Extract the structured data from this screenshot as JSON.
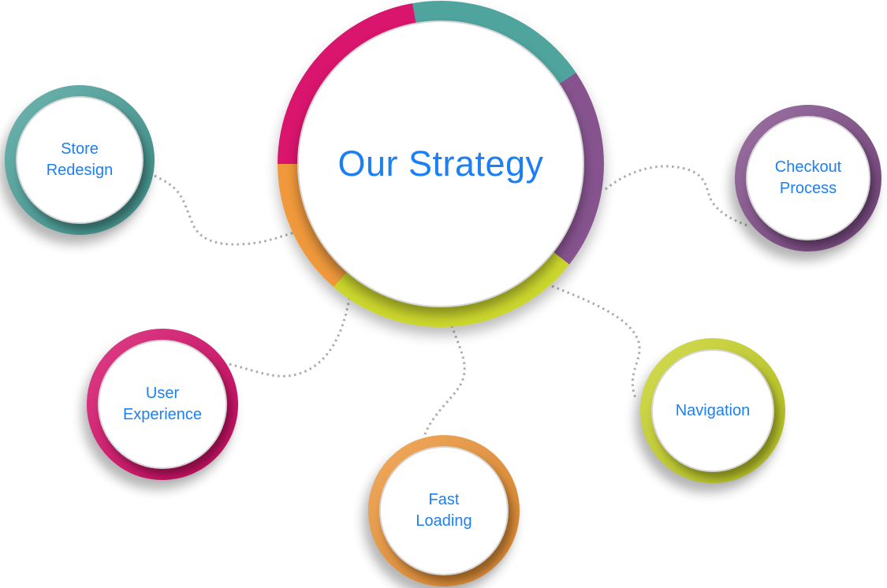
{
  "diagram": {
    "center": {
      "label": "Our Strategy"
    },
    "text_color": "#1c7ff2",
    "connector_color": "#ababab",
    "center_ring_segments": [
      {
        "name": "teal",
        "color": "#4fa49e",
        "from": 0,
        "to": 56
      },
      {
        "name": "purple",
        "color": "#86538e",
        "from": 56,
        "to": 128
      },
      {
        "name": "yellow-green",
        "color": "#cbd62d",
        "from": 128,
        "to": 221
      },
      {
        "name": "orange",
        "color": "#f0993c",
        "from": 221,
        "to": 270
      },
      {
        "name": "pink",
        "color": "#d9156e",
        "from": 270,
        "to": 350
      },
      {
        "name": "teal-wrap",
        "color": "#4fa49e",
        "from": 350,
        "to": 360
      }
    ],
    "nodes": [
      {
        "id": "store-redesign",
        "label": "Store\nRedesign",
        "ring_color": "#4fa49e"
      },
      {
        "id": "user-experience",
        "label": "User\nExperience",
        "ring_color": "#d9156e"
      },
      {
        "id": "fast-loading",
        "label": "Fast\nLoading",
        "ring_color": "#f0993c"
      },
      {
        "id": "navigation",
        "label": "Navigation",
        "ring_color": "#cbd62d"
      },
      {
        "id": "checkout-process",
        "label": "Checkout\nProcess",
        "ring_color": "#86538e"
      }
    ]
  }
}
